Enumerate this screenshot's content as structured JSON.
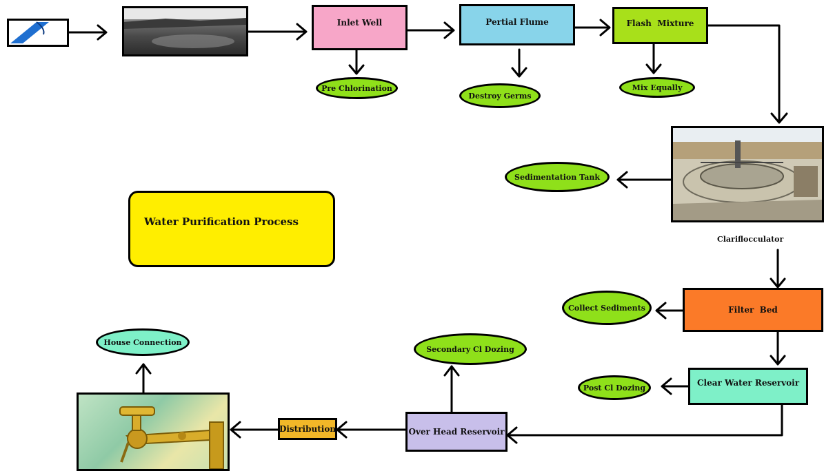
{
  "diagram": {
    "title_box": "Water Purification Process",
    "nodes": {
      "inlet_well": "Inlet Well",
      "partial_flume": "Pertial Flume",
      "flash_mixture": "Flash  Mixture",
      "clariflocculator": "Clariflocculator",
      "filter_bed": "Filter  Bed",
      "clear_water_reservoir": "Clear Water Reservoir",
      "over_head_reservoir": "Over Head Reservoir",
      "distribution": "Distribution"
    },
    "ovals": {
      "pre_chlorination": "Pre Chlorination",
      "destroy_germs": "Destroy Germs",
      "mix_equally": "Mix Equally",
      "sedimentation_tank": "Sedimentation Tank",
      "collect_sediments": "Collect Sediments",
      "post_cl_dozing": "Post Cl Dozing",
      "secondary_cl_dozing": "Secondary Cl Dozing",
      "house_connection": "House Connection"
    }
  },
  "colors": {
    "inlet_well": "#f7a6c8",
    "partial_flume": "#88d4ea",
    "flash_mixture": "#a8e01a",
    "filter_bed": "#fb7a28",
    "clear_water_reservoir": "#7ef0c8",
    "over_head_reservoir": "#c8bfea",
    "distribution": "#f2b728",
    "title_box": "#ffee00",
    "oval_green": "#8fe01a",
    "oval_mint": "#7ef0c8"
  }
}
